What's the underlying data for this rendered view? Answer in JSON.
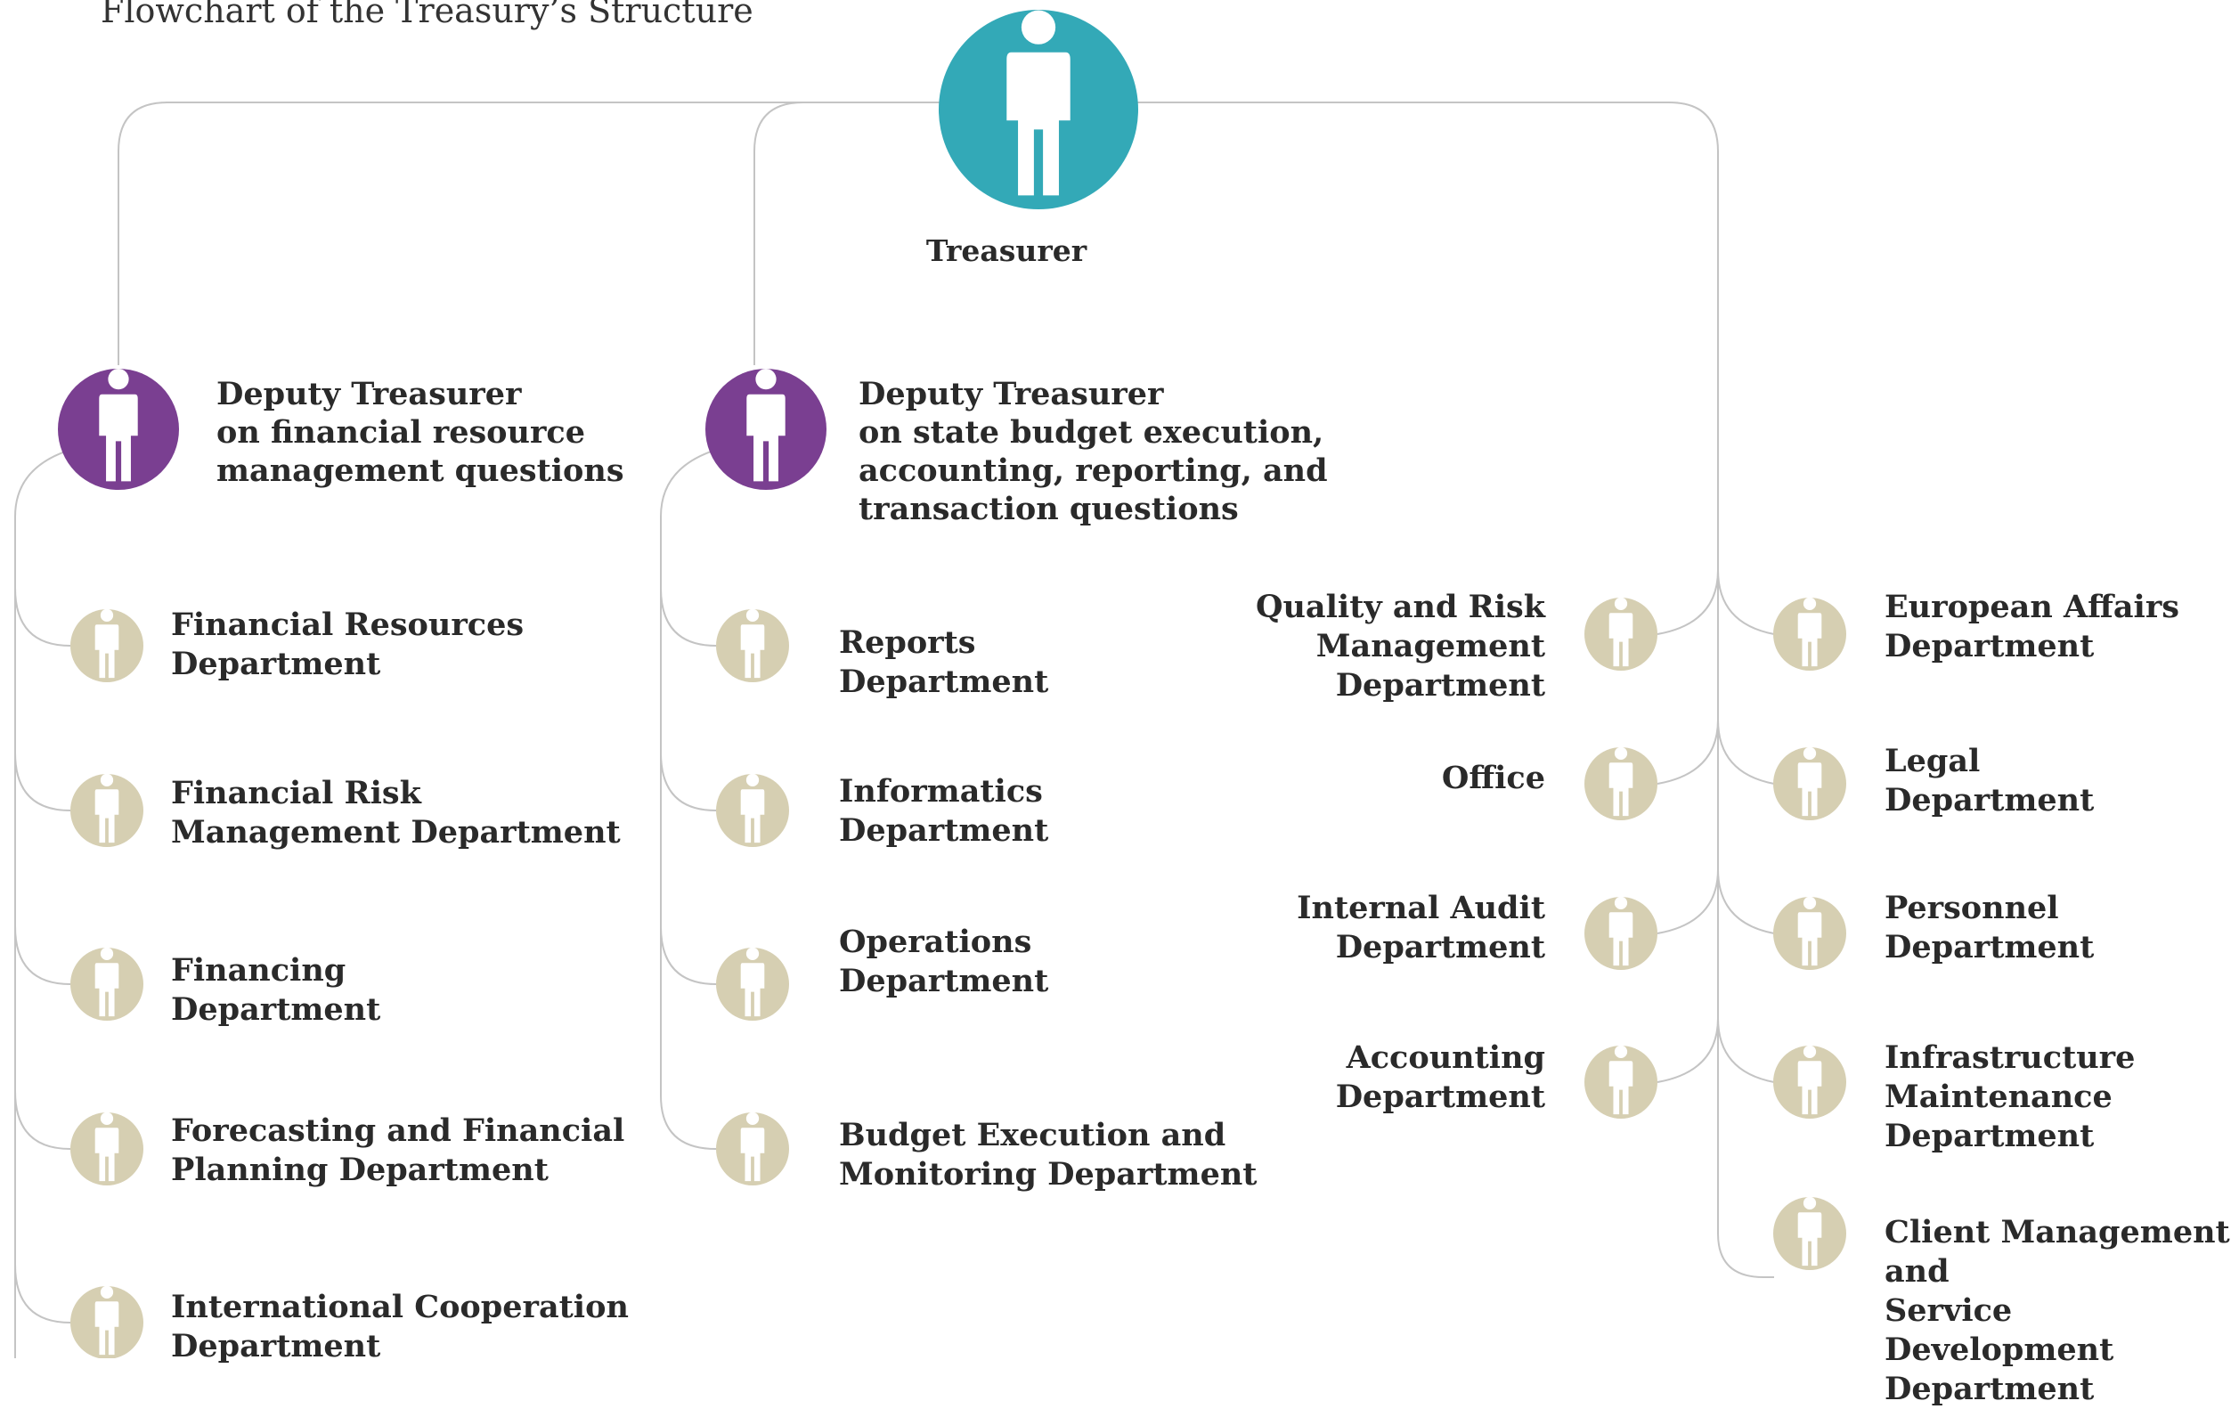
{
  "title": "Flowchart of the Treasury’s Structure",
  "treasurer": {
    "label": "Treasurer"
  },
  "deputy1": {
    "line1": "Deputy  Treasurer",
    "line2": "on financial resource",
    "line3": "management questions"
  },
  "deputy2": {
    "line1": "Deputy  Treasurer",
    "line2": "on state budget execution,",
    "line3": "accounting, reporting, and",
    "line4": "transaction questions"
  },
  "col1": [
    {
      "l1": "Financial Resources",
      "l2": "Department"
    },
    {
      "l1": "Financial Risk",
      "l2": "Management Department"
    },
    {
      "l1": "Financing",
      "l2": "Department"
    },
    {
      "l1": "Forecasting and Financial",
      "l2": "Planning Department"
    },
    {
      "l1": "International Cooperation",
      "l2": "Department"
    }
  ],
  "col2": [
    {
      "l1": "Reports",
      "l2": "Department"
    },
    {
      "l1": "Informatics",
      "l2": "Department"
    },
    {
      "l1": "Operations",
      "l2": "Department"
    },
    {
      "l1": "Budget Execution and",
      "l2": "Monitoring Department"
    }
  ],
  "col3": [
    {
      "l1": "Quality and Risk",
      "l2": "Management",
      "l3": "Department"
    },
    {
      "l1": "Office"
    },
    {
      "l1": "Internal Audit",
      "l2": "Department"
    },
    {
      "l1": "Accounting",
      "l2": "Department"
    }
  ],
  "col4": [
    {
      "l1": "European Affairs",
      "l2": "Department"
    },
    {
      "l1": "Legal",
      "l2": "Department"
    },
    {
      "l1": "Personnel",
      "l2": "Department"
    },
    {
      "l1": "Infrastructure",
      "l2": "Maintenance",
      "l3": "Department"
    },
    {
      "l1": "Client Management and",
      "l2": "Service Development",
      "l3": "Department"
    }
  ],
  "colors": {
    "treasurer": "#33a9b7",
    "deputy": "#7a3f91",
    "department": "#d6cfb2",
    "line": "#c4c4c4",
    "person": "#ffffff"
  },
  "icons": {
    "person": "person-icon"
  }
}
